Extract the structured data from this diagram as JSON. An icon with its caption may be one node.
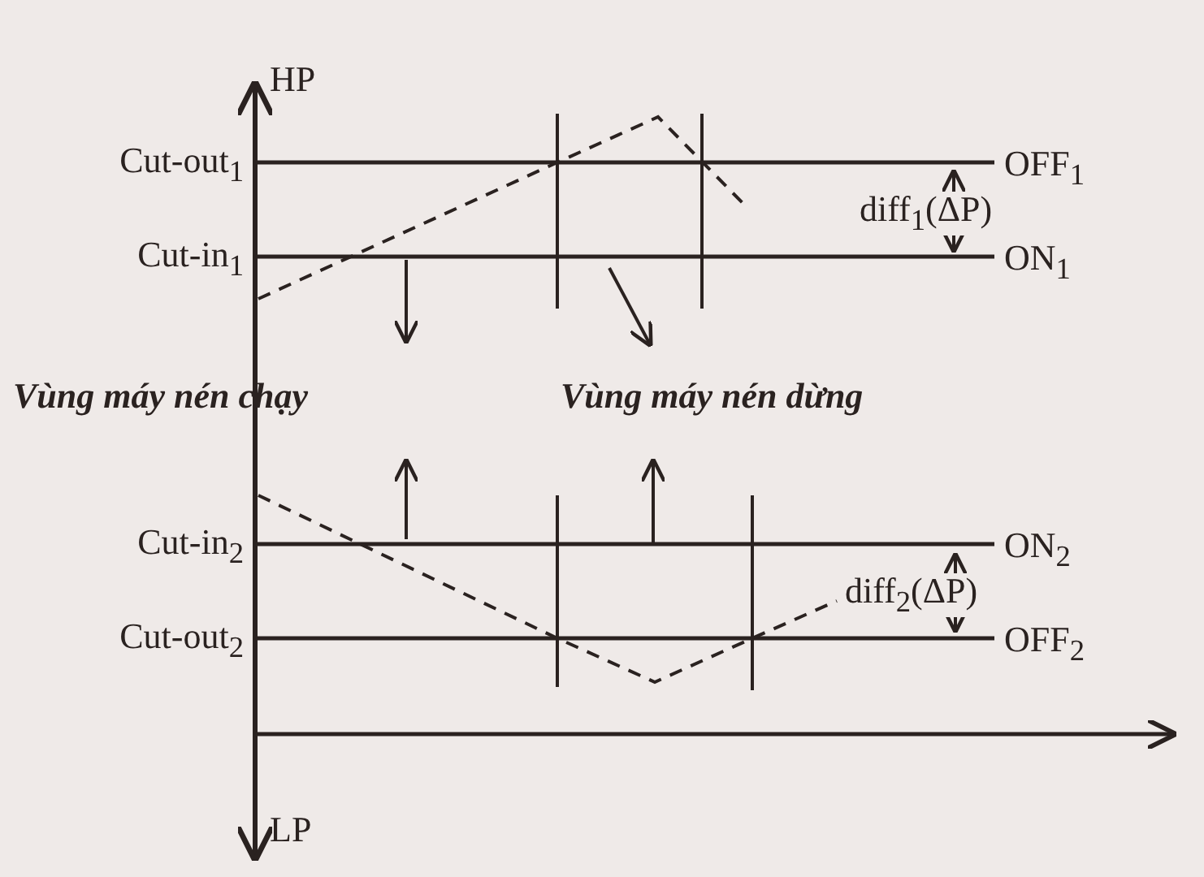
{
  "diagram": {
    "labels": [
      "HP",
      "Cut-out$_{1}$",
      "OFF$_{1}$",
      "diff$_{1}$(ΔP)",
      "Cut-in$_{1}$",
      "ON$_{1}$",
      "Vùng máy nén chạy",
      "Vùng máy nén dừng",
      "Cut-in$_{2}$",
      "ON$_{2}$",
      "diff$_{2}$(ΔP)",
      "Cut-out$_{2}$",
      "OFF$_{2}$",
      "LP"
    ]
  }
}
